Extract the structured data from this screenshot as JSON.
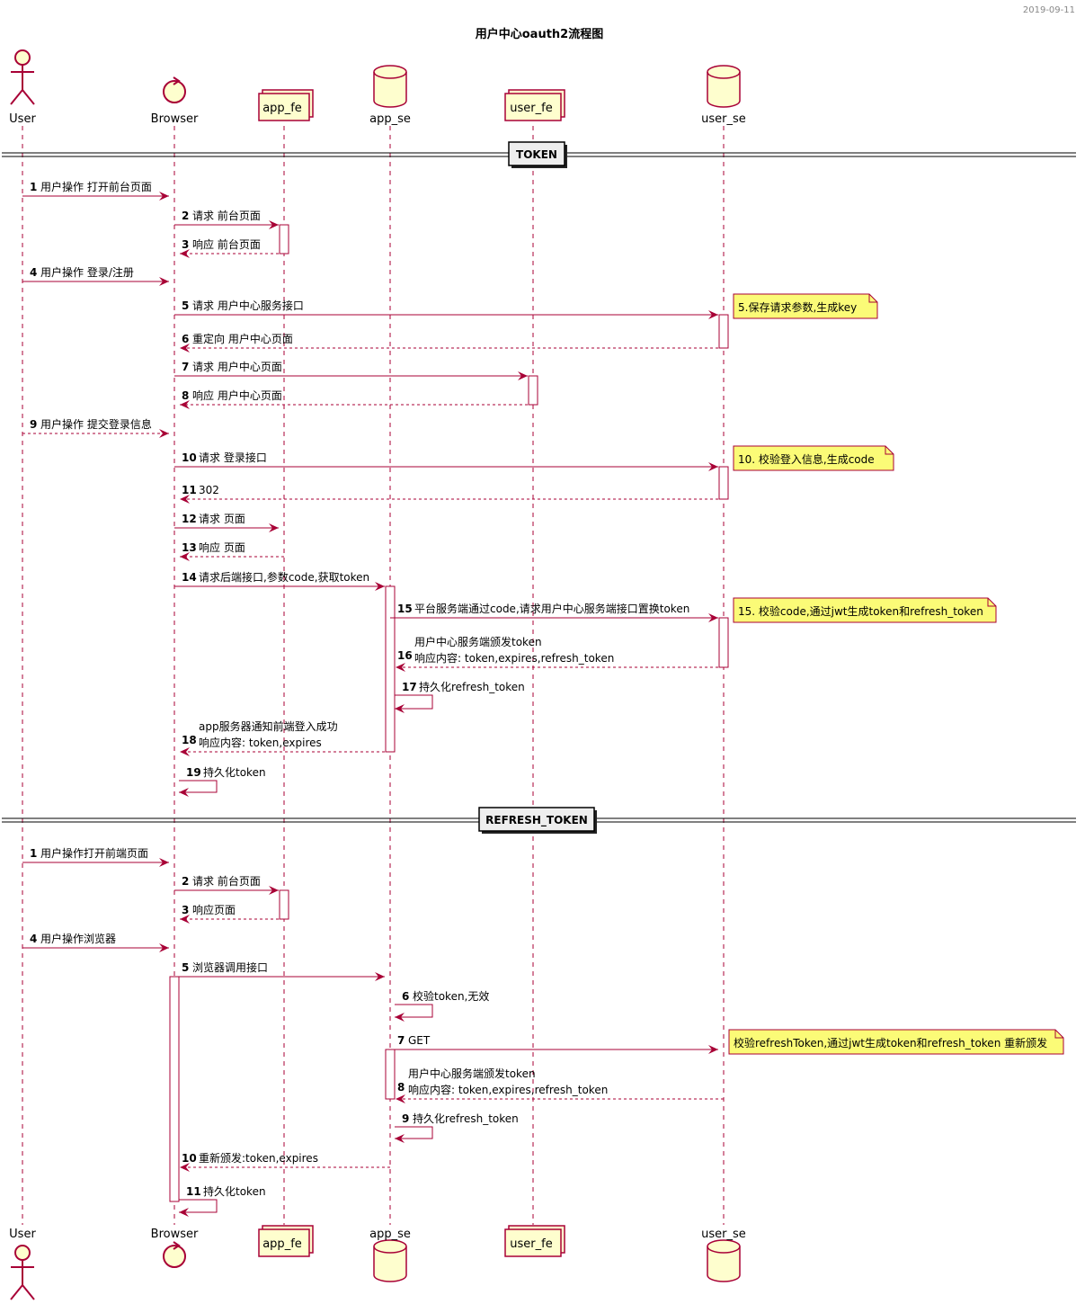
{
  "date": "2019-09-11",
  "title": "用户中心oauth2流程图",
  "participants": [
    {
      "id": "user",
      "label": "User",
      "kind": "actor"
    },
    {
      "id": "browser",
      "label": "Browser",
      "kind": "control"
    },
    {
      "id": "app_fe",
      "label": "app_fe",
      "kind": "collections"
    },
    {
      "id": "app_se",
      "label": "app_se",
      "kind": "database"
    },
    {
      "id": "user_fe",
      "label": "user_fe",
      "kind": "collections"
    },
    {
      "id": "user_se",
      "label": "user_se",
      "kind": "database"
    }
  ],
  "sections": [
    {
      "label": "TOKEN"
    },
    {
      "label": "REFRESH_TOKEN"
    }
  ],
  "messages": [
    {
      "num": "1",
      "from": "user",
      "to": "browser",
      "dashed": false,
      "lines": [
        "用户操作 打开前台页面"
      ]
    },
    {
      "num": "2",
      "from": "browser",
      "to": "app_fe",
      "dashed": false,
      "lines": [
        "请求 前台页面"
      ]
    },
    {
      "num": "3",
      "from": "app_fe",
      "to": "browser",
      "dashed": true,
      "lines": [
        "响应 前台页面"
      ]
    },
    {
      "num": "4",
      "from": "user",
      "to": "browser",
      "dashed": false,
      "lines": [
        "用户操作 登录/注册"
      ]
    },
    {
      "num": "5",
      "from": "browser",
      "to": "user_se",
      "dashed": false,
      "lines": [
        "请求 用户中心服务接口"
      ]
    },
    {
      "num": "6",
      "from": "user_se",
      "to": "browser",
      "dashed": true,
      "lines": [
        "重定向 用户中心页面"
      ]
    },
    {
      "num": "7",
      "from": "browser",
      "to": "user_fe",
      "dashed": false,
      "lines": [
        "请求 用户中心页面"
      ]
    },
    {
      "num": "8",
      "from": "user_fe",
      "to": "browser",
      "dashed": true,
      "lines": [
        "响应 用户中心页面"
      ]
    },
    {
      "num": "9",
      "from": "user",
      "to": "browser",
      "dashed": true,
      "lines": [
        "用户操作 提交登录信息"
      ]
    },
    {
      "num": "10",
      "from": "browser",
      "to": "user_se",
      "dashed": false,
      "lines": [
        "请求 登录接口"
      ]
    },
    {
      "num": "11",
      "from": "user_se",
      "to": "browser",
      "dashed": true,
      "lines": [
        "302"
      ]
    },
    {
      "num": "12",
      "from": "browser",
      "to": "app_fe",
      "dashed": false,
      "lines": [
        "请求 页面"
      ]
    },
    {
      "num": "13",
      "from": "app_fe",
      "to": "browser",
      "dashed": true,
      "lines": [
        "响应 页面"
      ]
    },
    {
      "num": "14",
      "from": "browser",
      "to": "app_se",
      "dashed": false,
      "lines": [
        "请求后端接口,参数code,获取token"
      ]
    },
    {
      "num": "15",
      "from": "app_se",
      "to": "user_se",
      "dashed": false,
      "lines": [
        "平台服务端通过code,请求用户中心服务端接口置换token"
      ]
    },
    {
      "num": "16",
      "from": "user_se",
      "to": "app_se",
      "dashed": true,
      "lines": [
        "用户中心服务端颁发token",
        "响应内容: token,expires,refresh_token"
      ]
    },
    {
      "num": "17",
      "from": "app_se",
      "to": "app_se",
      "dashed": false,
      "lines": [
        "持久化refresh_token"
      ]
    },
    {
      "num": "18",
      "from": "app_se",
      "to": "browser",
      "dashed": true,
      "lines": [
        "app服务器通知前端登入成功",
        "响应内容: token,expires"
      ]
    },
    {
      "num": "19",
      "from": "browser",
      "to": "browser",
      "dashed": false,
      "lines": [
        "持久化token"
      ]
    },
    {
      "num": "1",
      "from": "user",
      "to": "browser",
      "dashed": false,
      "lines": [
        "用户操作打开前端页面"
      ]
    },
    {
      "num": "2",
      "from": "browser",
      "to": "app_fe",
      "dashed": false,
      "lines": [
        "请求 前台页面"
      ]
    },
    {
      "num": "3",
      "from": "app_fe",
      "to": "browser",
      "dashed": true,
      "lines": [
        "响应页面"
      ]
    },
    {
      "num": "4",
      "from": "user",
      "to": "browser",
      "dashed": false,
      "lines": [
        "用户操作浏览器"
      ]
    },
    {
      "num": "5",
      "from": "browser",
      "to": "app_se",
      "dashed": false,
      "lines": [
        "浏览器调用接口"
      ]
    },
    {
      "num": "6",
      "from": "app_se",
      "to": "app_se",
      "dashed": false,
      "lines": [
        "校验token,无效"
      ]
    },
    {
      "num": "7",
      "from": "app_se",
      "to": "user_se",
      "dashed": false,
      "lines": [
        "GET"
      ]
    },
    {
      "num": "8",
      "from": "user_se",
      "to": "app_se",
      "dashed": true,
      "lines": [
        "用户中心服务端颁发token",
        "响应内容: token,expires,refresh_token"
      ]
    },
    {
      "num": "9",
      "from": "app_se",
      "to": "app_se",
      "dashed": false,
      "lines": [
        "持久化refresh_token"
      ]
    },
    {
      "num": "10",
      "from": "app_se",
      "to": "browser",
      "dashed": true,
      "lines": [
        "重新颁发:token,expires"
      ]
    },
    {
      "num": "11",
      "from": "browser",
      "to": "browser",
      "dashed": false,
      "lines": [
        "持久化token"
      ]
    }
  ],
  "notes": [
    {
      "text": "5.保存请求参数,生成key"
    },
    {
      "text": "10. 校验登入信息,生成code"
    },
    {
      "text": "15. 校验code,通过jwt生成token和refresh_token"
    },
    {
      "text": "校验refreshToken,通过jwt生成token和refresh_token 重新颁发"
    }
  ],
  "colors": {
    "line": "#A80036",
    "box_fill": "#FEFECE",
    "note_fill": "#FBFB77",
    "activation_fill": "#FFFFFF"
  }
}
